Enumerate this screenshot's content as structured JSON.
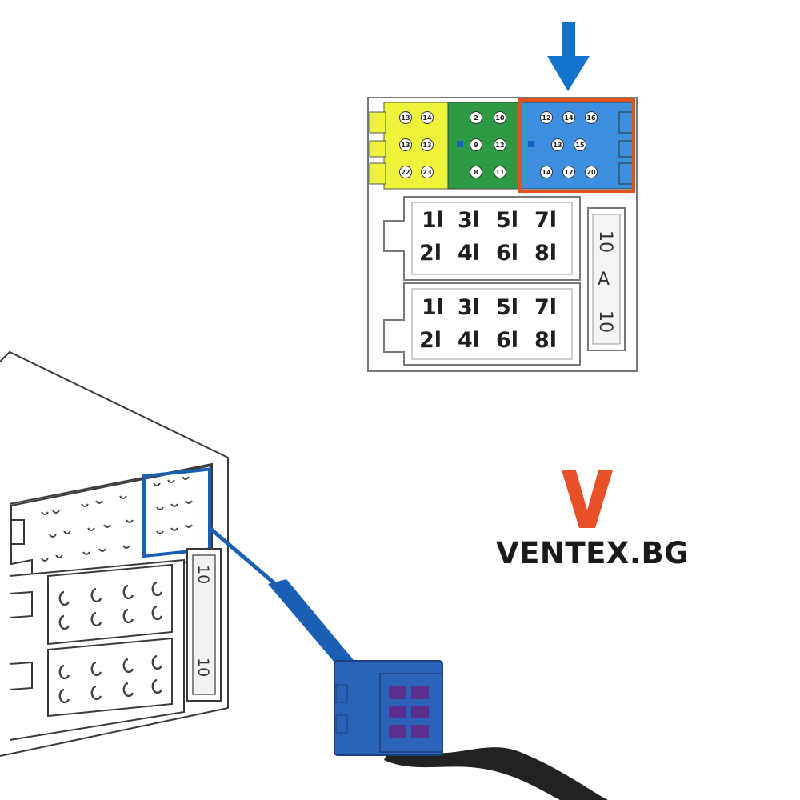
{
  "connector": {
    "pins": {
      "yellow": [
        {
          "label": "13",
          "col": 0,
          "row": 0
        },
        {
          "label": "14",
          "col": 1,
          "row": 0
        },
        {
          "label": "13",
          "col": 0,
          "row": 1
        },
        {
          "label": "13",
          "col": 1,
          "row": 1
        },
        {
          "label": "22",
          "col": 0,
          "row": 2
        },
        {
          "label": "23",
          "col": 1,
          "row": 2
        }
      ],
      "green": [
        {
          "label": "2",
          "col": 0,
          "row": 0
        },
        {
          "label": "10",
          "col": 1,
          "row": 0
        },
        {
          "label": "9",
          "col": 0,
          "row": 1
        },
        {
          "label": "12",
          "col": 1,
          "row": 1
        },
        {
          "label": "8",
          "col": 0,
          "row": 2
        },
        {
          "label": "11",
          "col": 1,
          "row": 2
        }
      ],
      "blue": [
        {
          "label": "12",
          "col": 0,
          "row": 0
        },
        {
          "label": "14",
          "col": 1,
          "row": 0
        },
        {
          "label": "16",
          "col": 2,
          "row": 0
        },
        {
          "label": "13",
          "col": 0.5,
          "row": 1
        },
        {
          "label": "15",
          "col": 1.5,
          "row": 1
        },
        {
          "label": "14",
          "col": 0,
          "row": 2
        },
        {
          "label": "17",
          "col": 1,
          "row": 2
        },
        {
          "label": "20",
          "col": 2,
          "row": 2
        }
      ]
    },
    "quadlock_upper": {
      "row1": [
        "1l",
        "3l",
        "5l",
        "7l"
      ],
      "row2": [
        "2l",
        "4l",
        "6l",
        "8l"
      ]
    },
    "quadlock_lower": {
      "row1": [
        "1l",
        "3l",
        "5l",
        "7l"
      ],
      "row2": [
        "2l",
        "4l",
        "6l",
        "8l"
      ]
    },
    "fuse_labels": {
      "top": "10",
      "middle": "A",
      "bottom": "10"
    }
  },
  "radio_unit": {
    "fuse_labels": {
      "top": "10",
      "bottom": "10"
    }
  },
  "brand": {
    "mark": "V",
    "name": "VENTEX.BG"
  },
  "colors": {
    "yellow_block": "#eef23a",
    "green_block": "#2f9a45",
    "blue_block": "#3d90e0",
    "highlight_frame": "#e0521e",
    "arrow": "#1173cc",
    "adapter": "#2a63b8",
    "adapter_cells": "#5a2f8e",
    "brand_accent": "#e8502a"
  },
  "icons": {
    "arrow": "arrow-down-icon",
    "brand": "ventex-v-logo-icon"
  }
}
